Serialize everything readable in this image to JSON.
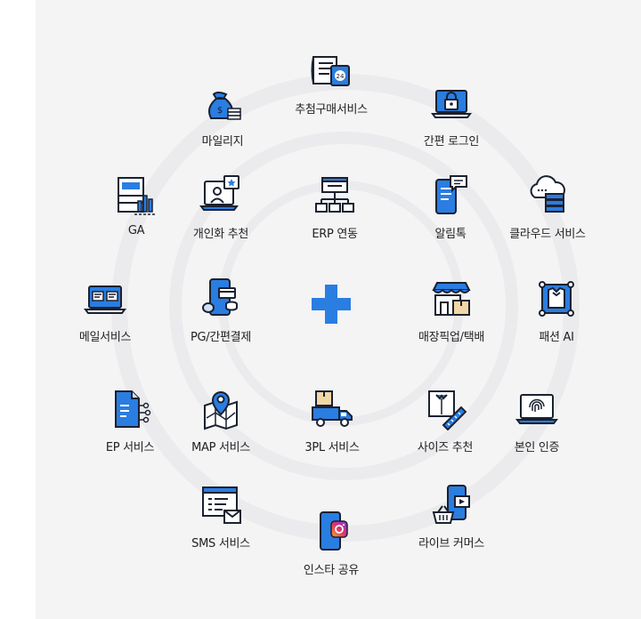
{
  "colors": {
    "blue": "#2a7de1",
    "navy": "#1a2130",
    "light": "#cfe0f5",
    "paper": "#ffffff",
    "bg": "#f4f4f5"
  },
  "center": {
    "icon": "plus-icon"
  },
  "services": [
    {
      "id": "lottery",
      "label": "추첨구매서비스",
      "icon": "ticket-24-icon"
    },
    {
      "id": "mileage",
      "label": "마일리지",
      "icon": "money-bag-icon"
    },
    {
      "id": "easy-login",
      "label": "간편 로그인",
      "icon": "lock-laptop-icon"
    },
    {
      "id": "ga",
      "label": "GA",
      "icon": "analytics-icon"
    },
    {
      "id": "personal-rec",
      "label": "개인화 추천",
      "icon": "user-star-icon"
    },
    {
      "id": "erp",
      "label": "ERP 연동",
      "icon": "erp-network-icon"
    },
    {
      "id": "alimtalk",
      "label": "알림톡",
      "icon": "phone-message-icon"
    },
    {
      "id": "cloud",
      "label": "클라우드 서비스",
      "icon": "cloud-server-icon"
    },
    {
      "id": "mail",
      "label": "메일서비스",
      "icon": "mail-laptop-icon"
    },
    {
      "id": "pg",
      "label": "PG/간편결제",
      "icon": "mobile-payment-icon"
    },
    {
      "id": "store-pickup",
      "label": "매장픽업/택배",
      "icon": "store-box-icon"
    },
    {
      "id": "fashion-ai",
      "label": "패션 AI",
      "icon": "shirt-ai-icon"
    },
    {
      "id": "ep",
      "label": "EP  서비스",
      "icon": "ep-document-icon"
    },
    {
      "id": "map",
      "label": "MAP 서비스",
      "icon": "map-pin-icon"
    },
    {
      "id": "3pl",
      "label": "3PL 서비스",
      "icon": "truck-icon"
    },
    {
      "id": "size-rec",
      "label": "사이즈 추천",
      "icon": "shirt-ruler-icon"
    },
    {
      "id": "identity",
      "label": "본인 인증",
      "icon": "fingerprint-laptop-icon"
    },
    {
      "id": "sms",
      "label": "SMS 서비스",
      "icon": "sms-browser-icon"
    },
    {
      "id": "live-commerce",
      "label": "라이브 커머스",
      "icon": "live-basket-icon"
    },
    {
      "id": "instagram",
      "label": "인스타 공유",
      "icon": "instagram-phone-icon"
    }
  ]
}
